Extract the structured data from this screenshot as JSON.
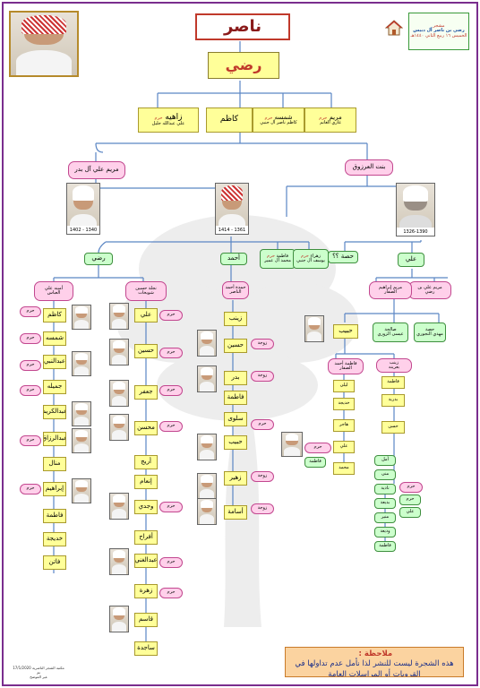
{
  "title": {
    "root_name": "ناصر",
    "child_name": "رضي"
  },
  "header_card": {
    "line1": "مشجر",
    "line2": "رضي بن ناصر آل دبيس",
    "line3": "الخميس ١٦ ربيع الثاني ١٤٤٠هـ"
  },
  "gen2": {
    "zahia": {
      "name": "زاهيه",
      "tag": "حرم",
      "spouse": "علي عبدالله جليل"
    },
    "kadhim": {
      "name": "كاظم"
    },
    "shamsa": {
      "name": "شمسه",
      "tag": "حرم",
      "spouse": "كاظم ناصر آل جنبي"
    },
    "maryam": {
      "name": "مريم",
      "tag": "حرم",
      "spouse": "غازي الغانم"
    }
  },
  "wives": {
    "left": {
      "name": "مريم علي آل بدر"
    },
    "right": {
      "name": "بنت العرزوق"
    }
  },
  "portraits": {
    "left_dates": "1402 - 1340",
    "mid_dates": "1414 - 1361",
    "right_dates": "1326-1390"
  },
  "gen3": {
    "radi": "رضي",
    "ahmad": "أحمد",
    "fatima": {
      "name": "فاطمة",
      "tag": "حرم",
      "spouse": "محمد آل عمير"
    },
    "zahra": {
      "name": "زهراء",
      "tag": "حرم",
      "spouse": "يوسف آل جنبي"
    },
    "hessa": "حصة ؟؟",
    "ali": "علي"
  },
  "radi_wives": {
    "left": {
      "name": "أمينه علي",
      "sub": "العباس"
    },
    "right": {
      "name": "نجلة حسين",
      "sub": "شويخات"
    }
  },
  "radi_left_children": [
    "كاظم",
    "شمسه",
    "عبدالنبي",
    "جميله",
    "عبدالكريم",
    "عبدالرزاق",
    "منال",
    "إبراهيم",
    "فاطمة",
    "خديجة",
    "فاتن"
  ],
  "radi_right_children": [
    "علي",
    "حسين",
    "جعفر",
    "محسن",
    "أريج",
    "إنعام",
    "وجدي",
    "أفراح",
    "عبدالغني",
    "زهرة",
    "قاسم",
    "ساجدة"
  ],
  "radi_left_spouses": [
    "حرم",
    "حرم",
    "حرم",
    "حرم",
    "حرم",
    "حرم"
  ],
  "radi_right_spouses": [
    "حرم",
    "حرم",
    "حرم",
    "حرم",
    "حرم",
    "حرم",
    "حرم"
  ],
  "ahmad_branch": {
    "wife": {
      "name": "حمدة أحمد",
      "sub": "الناصر"
    },
    "children": [
      "زينب",
      "حسين",
      "بدر",
      "فاطمة",
      "سلوى",
      "حبيب",
      "زهير",
      "أسامة"
    ],
    "spouse_notes": [
      "زوجة",
      "زوجة",
      "حرم",
      "زوجة",
      "زوجة"
    ]
  },
  "ali_branch": {
    "wives": [
      {
        "name": "مريم علي بن",
        "sub": "رضي"
      },
      {
        "name": "مريم إبراهيم",
        "sub": "الصفار"
      }
    ],
    "sons_top": [
      {
        "name": "حصة",
        "tag": "حرم",
        "spouse": "مهدي النجوري"
      },
      {
        "name": "صالحة",
        "tag": "حرم",
        "spouse": "عيسى الزوري"
      }
    ],
    "habib": "حبيب",
    "habib_wives": [
      {
        "name": "فاطمة أحمد",
        "sub": "الصفار"
      },
      {
        "name": "زينب",
        "sub": "بعرينه"
      }
    ],
    "habib_children_left": [
      "ليلى",
      "خديجة",
      "هاجر",
      "علي",
      "محمد"
    ],
    "habib_children_right": [
      "فاطمة",
      "بدرية",
      "حسن"
    ],
    "hasan_children": [
      "أمل",
      "منى",
      "نادية",
      "بديعة",
      "منير",
      "وديعة",
      "فاطمة"
    ],
    "hasan_spouse": "حرم",
    "last_pair": [
      "حرم",
      "علي"
    ],
    "ali_son_wife": "حرم",
    "fatima_label": "فاطمة"
  },
  "note": {
    "label": "ملاحظة :",
    "text": "هذه الشجرة ليست للنشر لذا نأمل عدم تداولها في القروبات أو المراسلات العامة"
  },
  "footer": {
    "line1": "17/1/2020 مكتبة الشجر الناصرية",
    "line2": "تم",
    "line3": "غير الموضح"
  }
}
